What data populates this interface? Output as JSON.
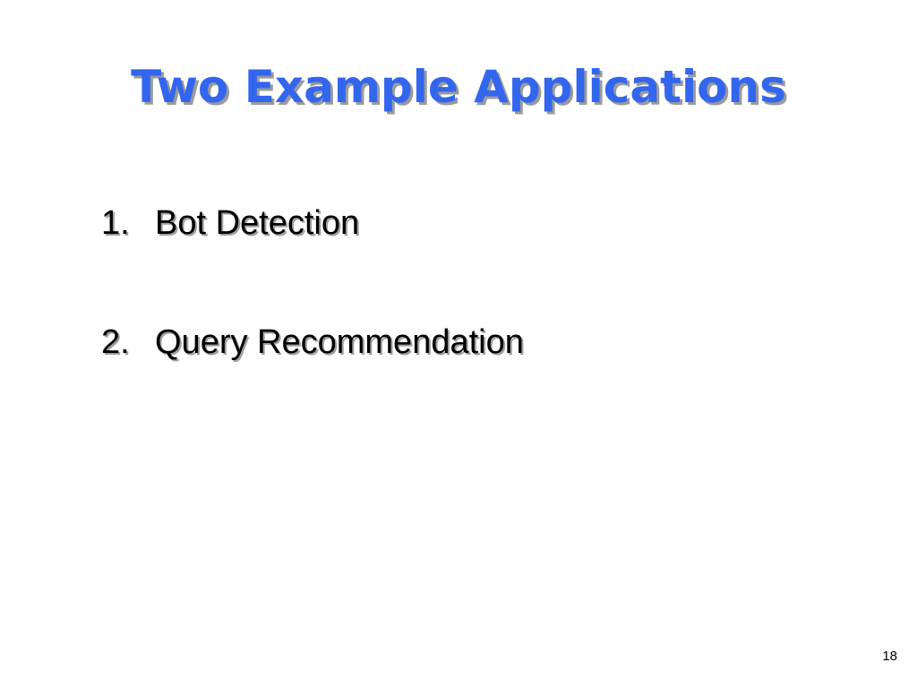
{
  "slide": {
    "title": "Two Example Applications",
    "title_color": "#3366ee",
    "items": [
      {
        "number": "1.",
        "text": "Bot Detection"
      },
      {
        "number": "2.",
        "text": "Query Recommendation"
      }
    ],
    "page_number": "18"
  }
}
